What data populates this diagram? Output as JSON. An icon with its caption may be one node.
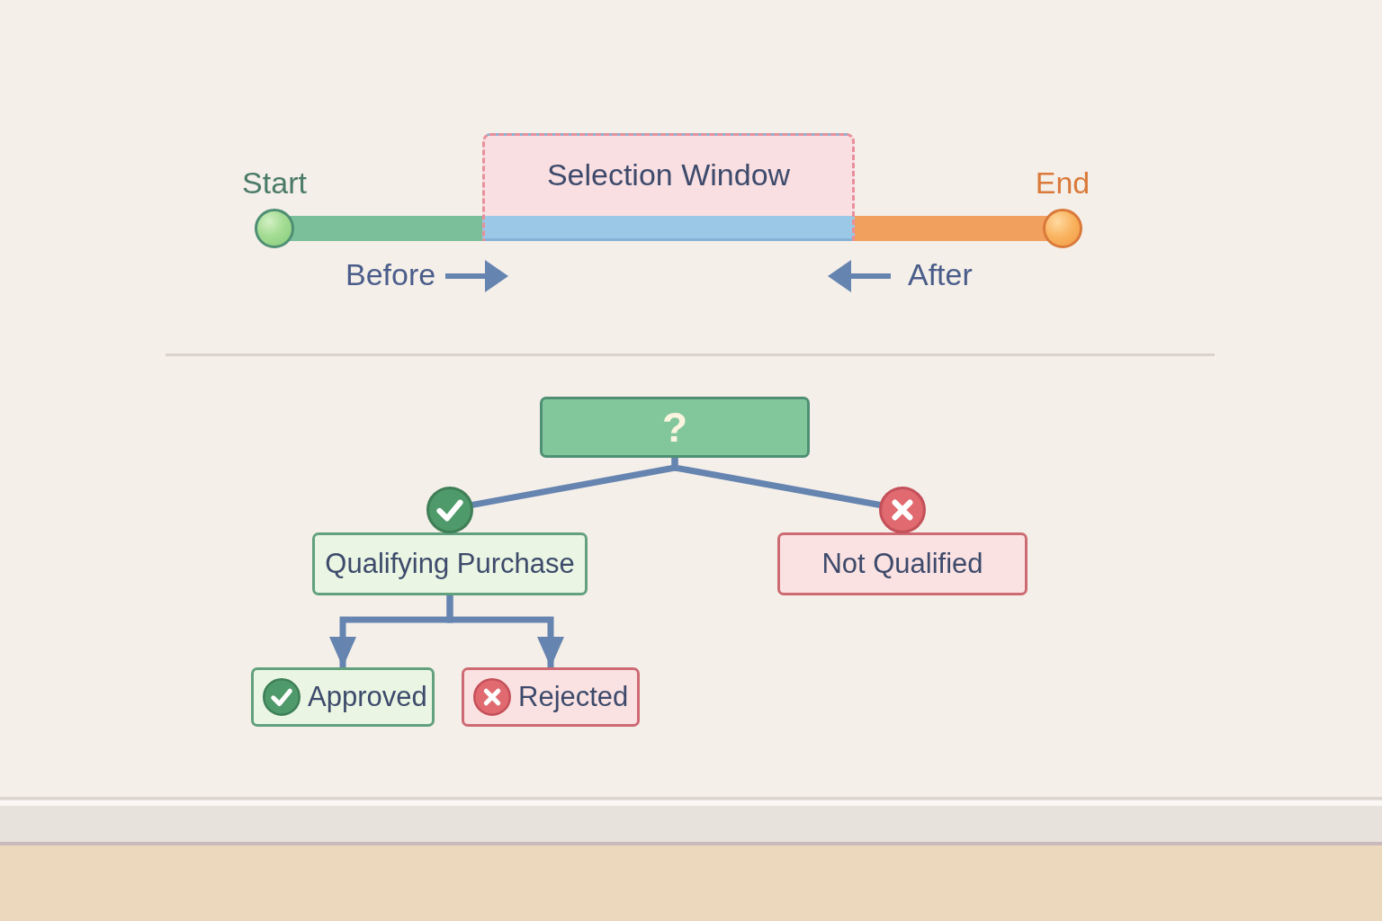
{
  "diagram": {
    "nodes": [
      {
        "text": [
          "Start"
        ]
      },
      {
        "text": [
          "Selection Window"
        ]
      },
      {
        "text": [
          "End"
        ]
      },
      {
        "text": [
          "?"
        ]
      },
      {
        "text": [
          "Qualifying Purchase"
        ]
      },
      {
        "text": [
          "Not Qualified"
        ]
      },
      {
        "text": [
          "Approved"
        ]
      },
      {
        "text": [
          "Rejected"
        ]
      }
    ],
    "edges": [
      {
        "from": 0,
        "to": 1,
        "arrow": "none",
        "style": "thick",
        "color": "#7bbf9a"
      },
      {
        "from": 1,
        "to": 2,
        "arrow": "none",
        "style": "thick",
        "color": "#f2a05e"
      },
      {
        "from": 3,
        "to": 4,
        "arrow": "none"
      },
      {
        "from": 3,
        "to": 5,
        "arrow": "none"
      },
      {
        "from": 4,
        "to": 6,
        "arrow": "to"
      },
      {
        "from": 4,
        "to": 7,
        "arrow": "to"
      }
    ],
    "labels": [
      "Before",
      "After"
    ]
  }
}
